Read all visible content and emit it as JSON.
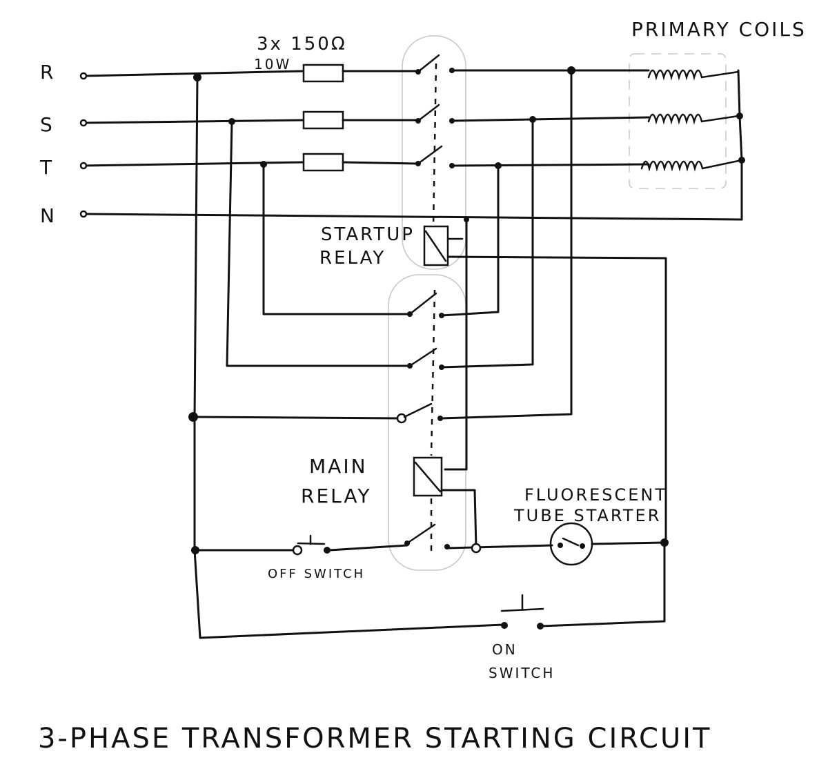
{
  "lines": {
    "r": "R",
    "s": "S",
    "t": "T",
    "n": "N"
  },
  "resistors": {
    "value": "3x 150Ω",
    "power": "10W"
  },
  "coils_label": "PRIMARY COILS",
  "startup_relay": {
    "line1": "STARTUP",
    "line2": "RELAY"
  },
  "main_relay": {
    "line1": "MAIN",
    "line2": "RELAY"
  },
  "starter": {
    "line1": "FLUORESCENT",
    "line2": "TUBE STARTER"
  },
  "off_switch": "OFF SWITCH",
  "on_switch": {
    "line1": "ON",
    "line2": "SWITCH"
  },
  "title": "3-PHASE TRANSFORMER STARTING CIRCUIT"
}
